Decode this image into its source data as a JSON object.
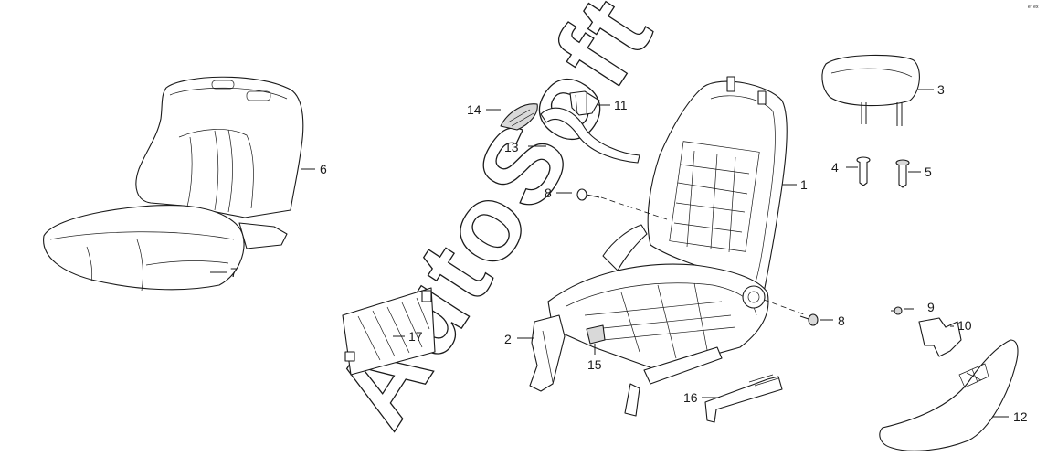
{
  "watermark": {
    "text": "AutoSoft"
  },
  "corner_mark": {
    "text": "e° ex"
  },
  "parts": [
    {
      "id": "6",
      "label": "6"
    },
    {
      "id": "7",
      "label": "7"
    },
    {
      "id": "14",
      "label": "14"
    },
    {
      "id": "11",
      "label": "11"
    },
    {
      "id": "13",
      "label": "13"
    },
    {
      "id": "8a",
      "label": "8"
    },
    {
      "id": "1",
      "label": "1"
    },
    {
      "id": "3",
      "label": "3"
    },
    {
      "id": "4",
      "label": "4"
    },
    {
      "id": "5",
      "label": "5"
    },
    {
      "id": "17",
      "label": "17"
    },
    {
      "id": "2",
      "label": "2"
    },
    {
      "id": "15",
      "label": "15"
    },
    {
      "id": "8b",
      "label": "8"
    },
    {
      "id": "9",
      "label": "9"
    },
    {
      "id": "10",
      "label": "10"
    },
    {
      "id": "16",
      "label": "16"
    },
    {
      "id": "12",
      "label": "12"
    }
  ]
}
